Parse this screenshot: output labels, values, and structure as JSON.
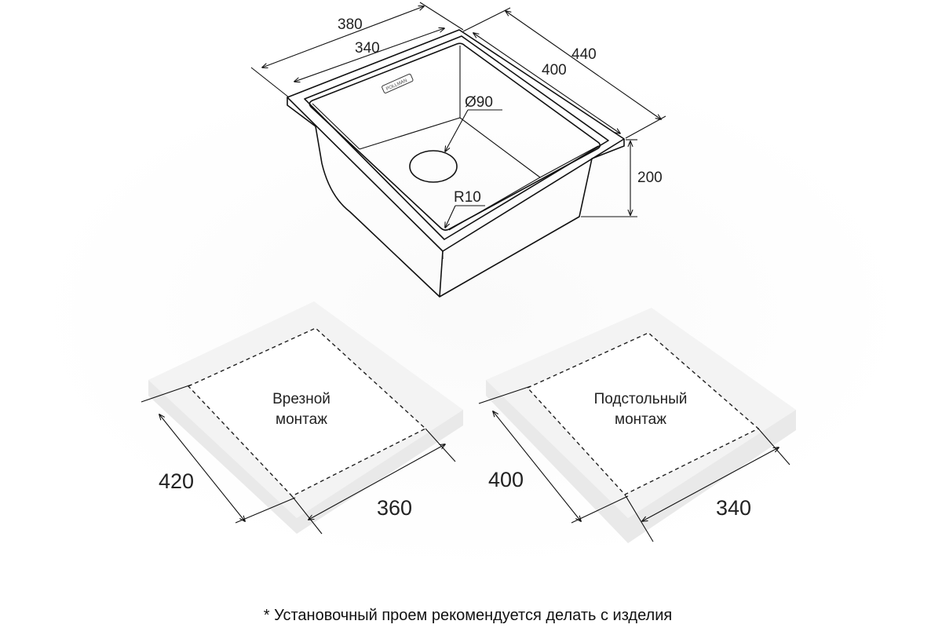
{
  "sink": {
    "dims": {
      "outer_width": "380",
      "inner_width": "340",
      "outer_depth": "440",
      "inner_depth": "400",
      "drain": "Ø90",
      "height": "200",
      "radius": "R10"
    },
    "brand_badge": "POLLMAN"
  },
  "cutouts": [
    {
      "label_line1": "Врезной",
      "label_line2": "монтаж",
      "depth": "420",
      "width": "360"
    },
    {
      "label_line1": "Подстольный",
      "label_line2": "монтаж",
      "depth": "400",
      "width": "340"
    }
  ],
  "footnote": "* Установочный проем рекомендуется делать с изделия"
}
